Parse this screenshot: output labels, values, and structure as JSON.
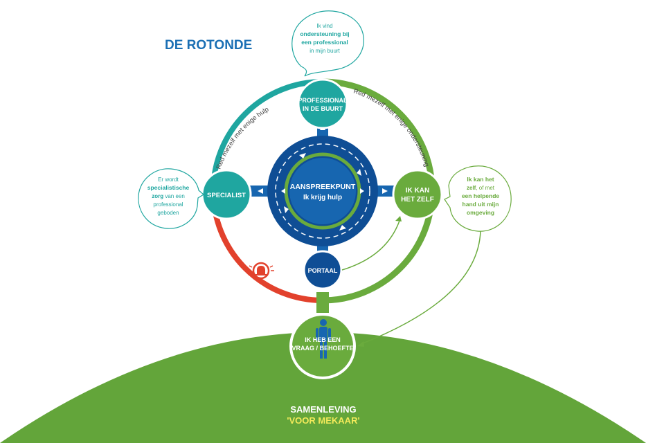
{
  "title": "DE ROTONDE",
  "hub": {
    "line1": "AANSPREEKPUNT",
    "line2": "Ik krijg hulp"
  },
  "nodes": {
    "professional": {
      "line1": "PROFESSIONAL",
      "line2": "IN DE BUURT"
    },
    "specialist": {
      "line1": "SPECIALIST"
    },
    "zelf": {
      "line1": "IK KAN",
      "line2": "HET ZELF"
    },
    "portaal": {
      "line1": "PORTAAL"
    },
    "vraag": {
      "line1": "IK HEB EEN",
      "line2": "VRAAG / BEHOEFTE"
    }
  },
  "arc_labels": {
    "left": "Red mezelf met enige hulp",
    "right": "Red mezelf met enige ondersteuning"
  },
  "bubbles": {
    "top": {
      "l1": "Ik vind",
      "l2": "ondersteuning bij",
      "l3": "een professional",
      "l4": "in mijn buurt"
    },
    "left": {
      "l1": "Er wordt",
      "l2": "specialistische",
      "l3a": "zorg",
      "l3b": " van een",
      "l4": "professional",
      "l5": "geboden"
    },
    "right": {
      "l1": "Ik kan het",
      "l2a": "zelf",
      "l2b": ", of met",
      "l3": "een helpende",
      "l4": "hand uit mijn",
      "l5": "omgeving"
    }
  },
  "society": {
    "line1": "SAMENLEVING",
    "line2": "'VOOR MEKAAR'"
  },
  "colors": {
    "title_blue": "#1a6fb4",
    "teal": "#1fa6a0",
    "green": "#6aab3d",
    "hill_green": "#63a53a",
    "navy": "#0f4e95",
    "blue": "#1766b0",
    "red": "#e2412c",
    "yellow": "#f3ea5a"
  }
}
